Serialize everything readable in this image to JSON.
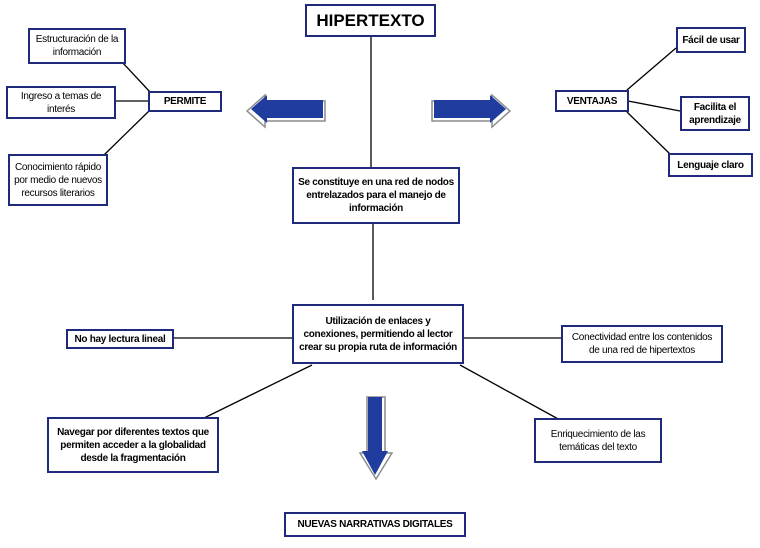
{
  "title": "HIPERTEXTO",
  "permite": {
    "label": "PERMITE",
    "items": [
      "Estructuración de la información",
      "Ingreso a temas de interés",
      "Conocimiento rápido por medio de nuevos recursos literarios"
    ]
  },
  "ventajas": {
    "label": "VENTAJAS",
    "items": [
      "Fácil de usar",
      "Facilita el aprendizaje",
      "Lenguaje claro"
    ]
  },
  "center": {
    "definition": "Se constituye en una red de nodos entrelazados para el manejo de información",
    "usage": "Utilización de enlaces y conexiones, permitiendo al lector crear su propia ruta de información"
  },
  "branches": {
    "no_linear": "No hay lectura lineal",
    "connectivity": "Conectividad entre los contenidos de una red de hipertextos",
    "navigate": "Navegar por diferentes textos que permiten acceder a la globalidad desde la fragmentación",
    "enrichment": "Enriquecimiento de las temáticas del texto"
  },
  "result": "NUEVAS NARRATIVAS DIGITALES",
  "colors": {
    "border": "#1f2a7a",
    "arrow_fill": "#1f3c9e",
    "line": "#000000"
  }
}
